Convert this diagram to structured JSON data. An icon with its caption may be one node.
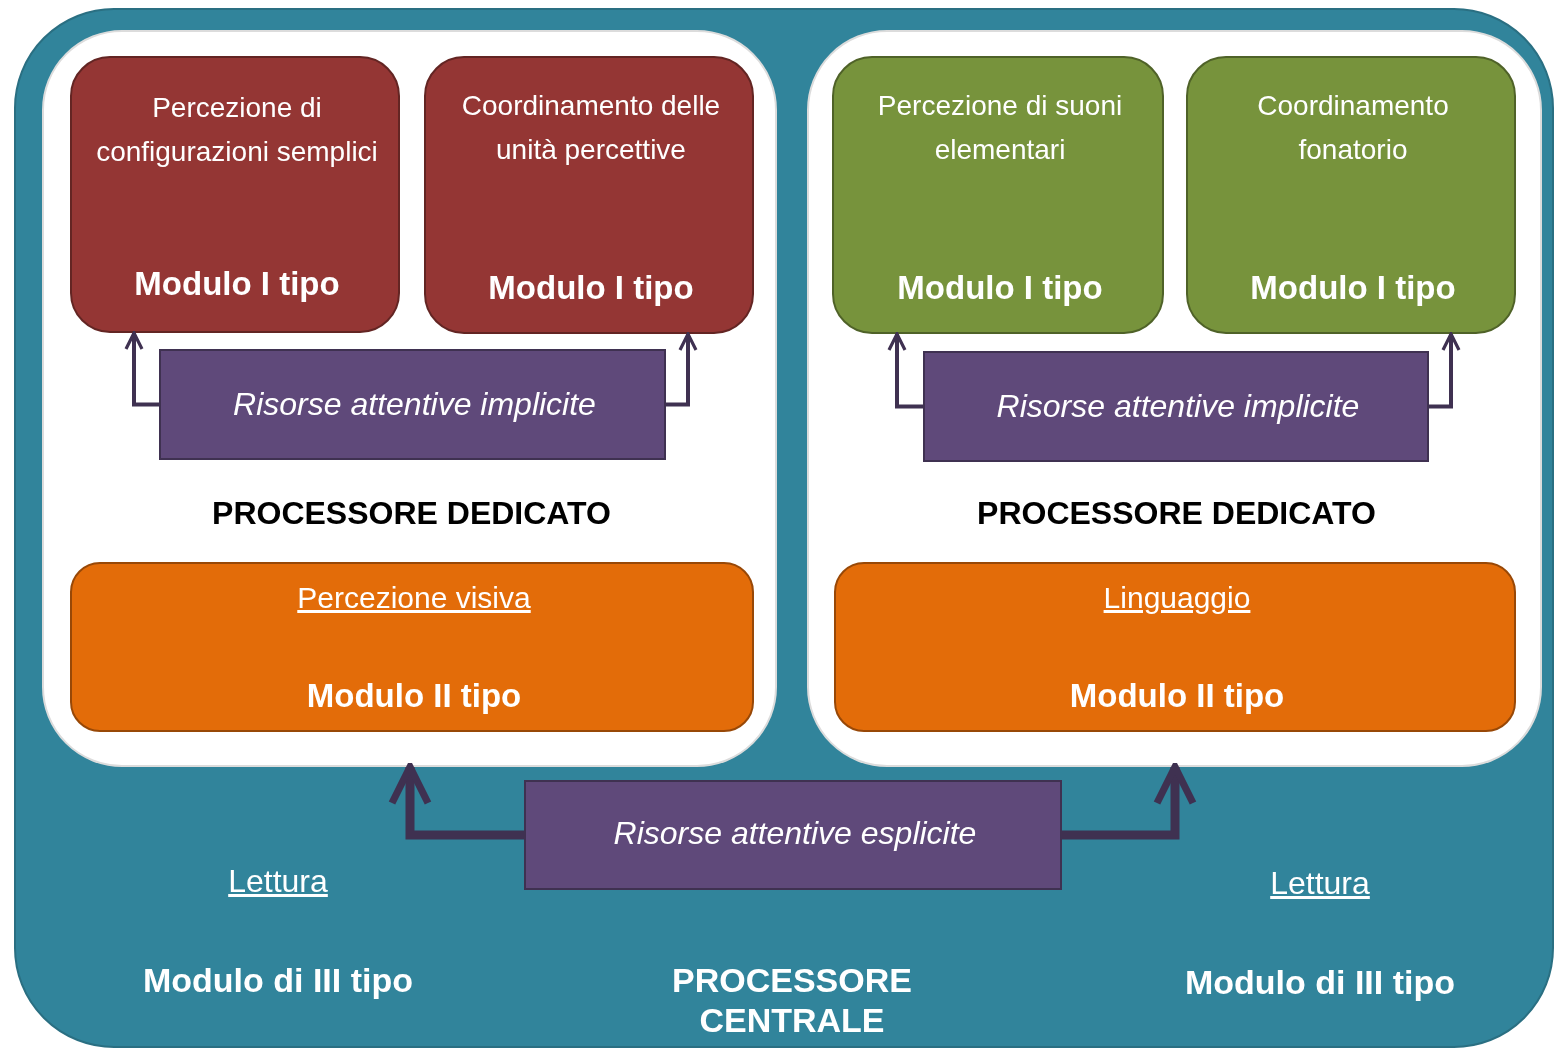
{
  "diagram": {
    "nodes": [
      {
        "text": [
          "Lettura",
          "Modulo di III tipo",
          "PROCESSORE CENTRALE",
          "Lettura",
          "Modulo di III tipo"
        ]
      },
      {
        "text": [
          "PROCESSORE DEDICATO"
        ],
        "in": 0
      },
      {
        "text": [
          "Percezione di configurazioni semplici",
          "Modulo I tipo"
        ],
        "in": 1
      },
      {
        "text": [
          "Coordinamento delle unità percettive",
          "Modulo I tipo"
        ],
        "in": 1
      },
      {
        "text": [
          "Risorse attentive implicite"
        ],
        "in": 1
      },
      {
        "text": [
          "Percezione visiva",
          "Modulo II tipo"
        ],
        "in": 1
      },
      {
        "text": [
          "PROCESSORE DEDICATO"
        ],
        "in": 0
      },
      {
        "text": [
          "Percezione di suoni elementari",
          "Modulo I tipo"
        ],
        "in": 6
      },
      {
        "text": [
          "Coordinamento fonatorio",
          "Modulo I tipo"
        ],
        "in": 6
      },
      {
        "text": [
          "Risorse attentive implicite"
        ],
        "in": 6
      },
      {
        "text": [
          "Linguaggio",
          "Modulo II tipo"
        ],
        "in": 6
      },
      {
        "text": [
          "Risorse attentive esplicite"
        ],
        "in": 0
      }
    ],
    "edges": [
      {
        "from": 4,
        "to": 2,
        "arrow": "to"
      },
      {
        "from": 4,
        "to": 3,
        "arrow": "to"
      },
      {
        "from": 9,
        "to": 7,
        "arrow": "to"
      },
      {
        "from": 9,
        "to": 8,
        "arrow": "to"
      },
      {
        "from": 11,
        "to": 1,
        "arrow": "to",
        "style": "thick"
      },
      {
        "from": 11,
        "to": 6,
        "arrow": "to",
        "style": "thick"
      }
    ]
  }
}
